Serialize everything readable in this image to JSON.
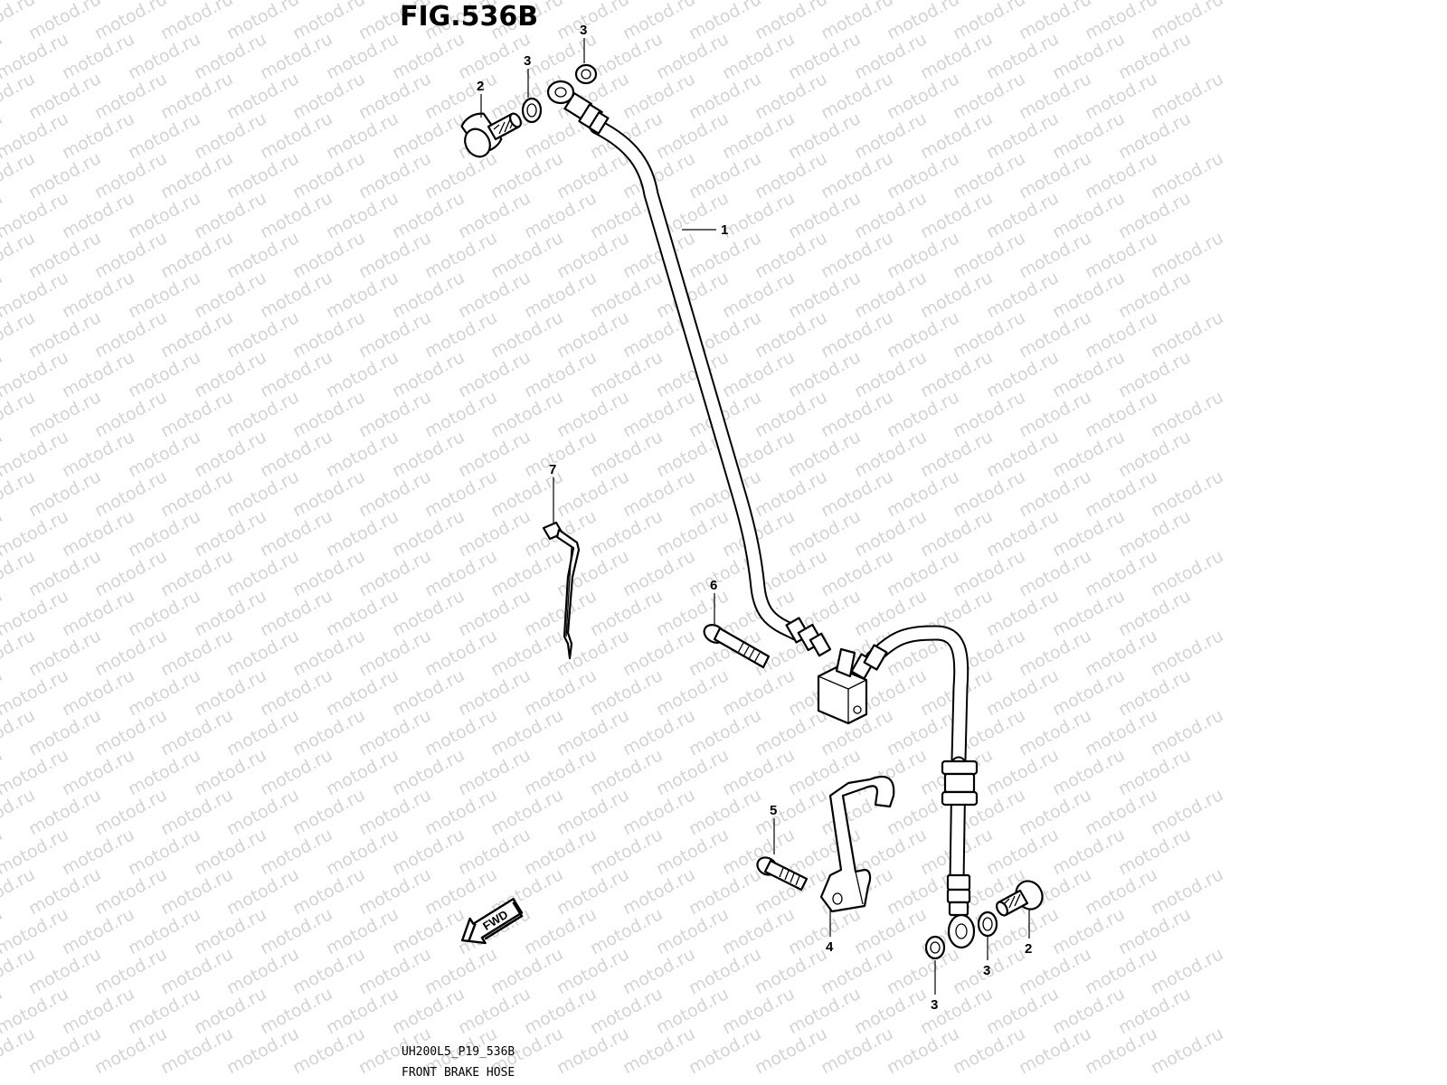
{
  "figure": {
    "title": "FIG.536B",
    "code": "UH200L5_P19_536B",
    "caption": "FRONT BRAKE HOSE",
    "watermark": "motod.ru",
    "fwd_label": "FWD"
  },
  "callouts": {
    "c1": "1",
    "c2_top": "2",
    "c2_bottom": "2",
    "c3_top_a": "3",
    "c3_top_b": "3",
    "c3_bottom_a": "3",
    "c3_bottom_b": "3",
    "c4": "4",
    "c5": "5",
    "c6": "6",
    "c7": "7"
  },
  "parts": [
    {
      "id": "1",
      "name": "brake hose"
    },
    {
      "id": "2",
      "name": "union bolt"
    },
    {
      "id": "3",
      "name": "washer"
    },
    {
      "id": "4",
      "name": "hose clamp"
    },
    {
      "id": "5",
      "name": "bolt"
    },
    {
      "id": "6",
      "name": "bolt"
    },
    {
      "id": "7",
      "name": "cable tie"
    }
  ],
  "colors": {
    "line": "#000000",
    "background": "#ffffff",
    "watermark": "#d4d4d4"
  }
}
